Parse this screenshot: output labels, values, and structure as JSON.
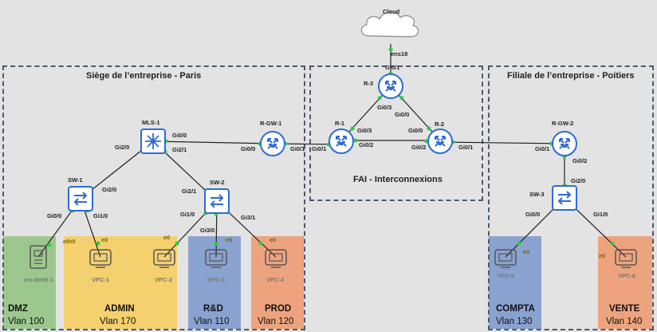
{
  "zones": {
    "siege": "Siège de l’entreprise - Paris",
    "fai": "FAI - Interconnexions",
    "filiale": "Filiale de l’entreprise - Poitiers"
  },
  "nodes": {
    "cloud": "Cloud",
    "r3": "R-3",
    "r1": "R-1",
    "r2": "R-2",
    "rgw1": "R-GW-1",
    "rgw2": "R-GW-2",
    "mls1": "MLS-1",
    "sw1": "SW-1",
    "sw2": "SW-2",
    "sw3": "SW-3",
    "srv": "srv-deb9-1",
    "vpc1": "VPC-1",
    "vpc2": "VPC-2",
    "vpc3": "VPC-3",
    "vpc4": "VPC-4",
    "vpc5": "VPC-5",
    "vpc6": "VPC-6"
  },
  "ports": {
    "cloud_ens18": "ens18",
    "r3_gi01": "Gi0/1",
    "r3_gi03": "Gi0/3",
    "r3_gi00": "Gi0/0",
    "r1_gi03": "Gi0/3",
    "r1_gi01": "Gi0/1",
    "r1_gi02": "Gi0/2",
    "r2_gi00": "Gi0/0",
    "r2_gi02": "Gi0/2",
    "r2_gi01": "Gi0/1",
    "rgw1_gi00": "Gi0/0",
    "rgw1_gi01": "Gi0/1",
    "mls_gi00": "Gi0/0",
    "mls_gi21": "Gi2/1",
    "mls_gi20": "Gi2/0",
    "sw1_gi20": "Gi2/0",
    "sw1_gi00": "Gi0/0",
    "sw1_gi10": "Gi1/0",
    "sw2_gi21": "Gi2/1",
    "sw2_gi10": "Gi1/0",
    "sw2_gi30": "Gi3/0",
    "sw2_gi31": "Gi3/1",
    "srv_eth0": "eth0",
    "vpc1_e0": "e0",
    "vpc2_e0": "e0",
    "vpc3_e0": "e0",
    "vpc4_e0": "e0",
    "rgw2_gi01": "Gi0/1",
    "rgw2_gi02": "Gi0/2",
    "sw3_gi20": "Gi2/0",
    "sw3_gi00": "Gi0/0",
    "sw3_gi10": "Gi1/0",
    "vpc5_e0": "e0",
    "vpc6_e0": "e0"
  },
  "vlans": {
    "dmz": {
      "name": "DMZ",
      "id": "Vlan 100",
      "color": "#9dc88d"
    },
    "admin": {
      "name": "ADMIN",
      "id": "Vlan 170",
      "color": "#f5d06e"
    },
    "rd": {
      "name": "R&D",
      "id": "Vlan 110",
      "color": "#8aa2cf"
    },
    "prod": {
      "name": "PROD",
      "id": "Vlan 120",
      "color": "#eda47e"
    },
    "compta": {
      "name": "COMPTA",
      "id": "Vlan 130",
      "color": "#8aa2cf"
    },
    "vente": {
      "name": "VENTE",
      "id": "Vlan 140",
      "color": "#eda47e"
    }
  },
  "colors": {
    "router": "#2e6bd6",
    "switch": "#2e6bd6",
    "link_dot": "#2ecc40",
    "zone_border": "#4a5a70"
  }
}
